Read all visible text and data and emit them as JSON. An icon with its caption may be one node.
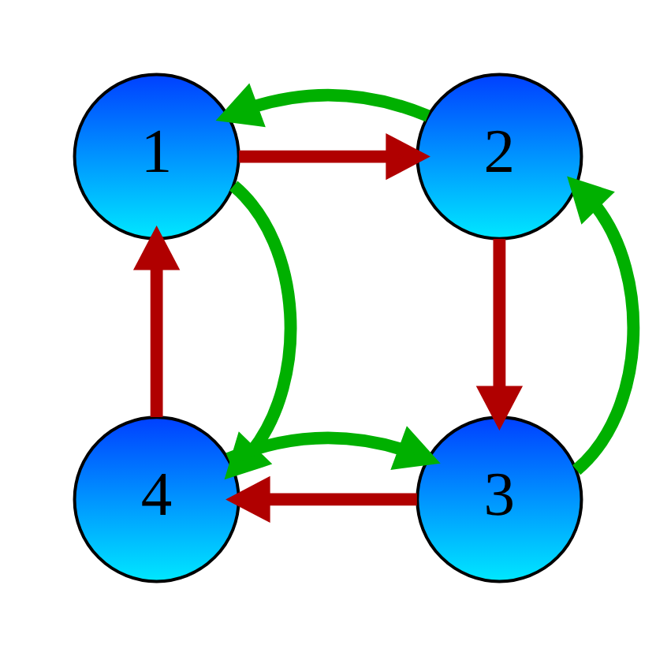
{
  "diagram": {
    "nodes": [
      {
        "text": [
          "1"
        ]
      },
      {
        "text": [
          "2"
        ]
      },
      {
        "text": [
          "3"
        ]
      },
      {
        "text": [
          "4"
        ]
      }
    ],
    "edges": [
      {
        "from": 0,
        "to": 1,
        "arrow": "to",
        "color": "#b00000"
      },
      {
        "from": 1,
        "to": 0,
        "arrow": "to",
        "color": "#00b000"
      },
      {
        "from": 1,
        "to": 2,
        "arrow": "to",
        "color": "#b00000"
      },
      {
        "from": 2,
        "to": 1,
        "arrow": "to",
        "color": "#00b000"
      },
      {
        "from": 2,
        "to": 3,
        "arrow": "to",
        "color": "#b00000"
      },
      {
        "from": 3,
        "to": 2,
        "arrow": "to",
        "color": "#00b000"
      },
      {
        "from": 3,
        "to": 0,
        "arrow": "to",
        "color": "#b00000"
      },
      {
        "from": 0,
        "to": 3,
        "arrow": "to",
        "color": "#00b000"
      }
    ]
  }
}
